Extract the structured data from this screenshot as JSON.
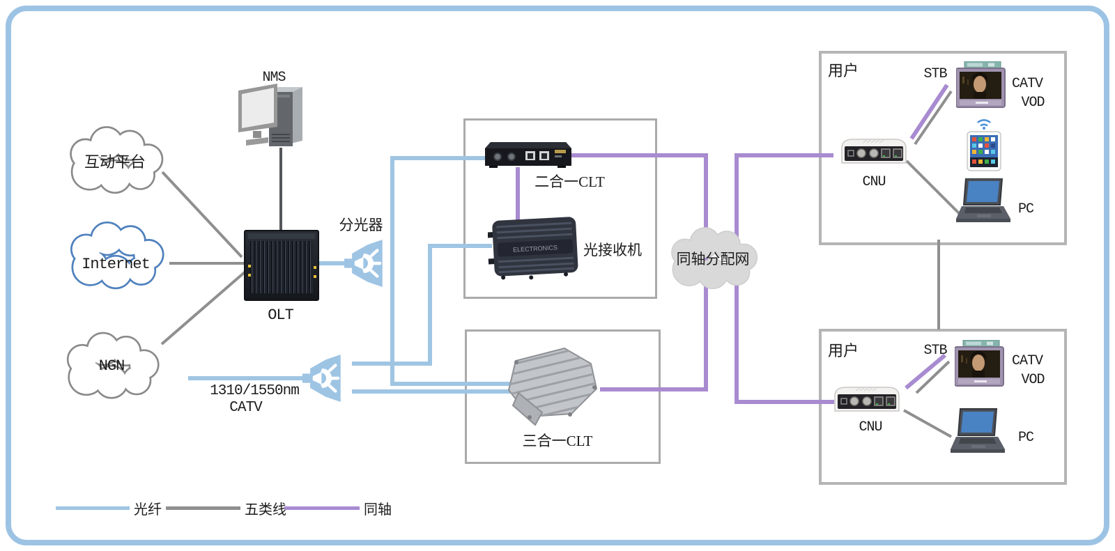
{
  "clouds": {
    "platform": {
      "label": "互动平台"
    },
    "internet": {
      "label": "Internet"
    },
    "ngn": {
      "label": "NGN"
    },
    "coax": {
      "label": "同轴分配网"
    }
  },
  "headend": {
    "nms_label": "NMS",
    "olt_label": "OLT",
    "splitter_label": "分光器",
    "catv_feed_line1": "1310/1550nm",
    "catv_feed_line2": "CATV"
  },
  "nodes": {
    "clt2_label": "二合一CLT",
    "receiver_label": "光接收机",
    "clt3_label": "三合一CLT"
  },
  "users": [
    {
      "group_label": "用户",
      "cnu_label": "CNU",
      "stb_label": "STB",
      "tv_label_line1": "CATV",
      "tv_label_line2": "VOD",
      "pc_label": "PC"
    },
    {
      "group_label": "用户",
      "cnu_label": "CNU",
      "stb_label": "STB",
      "tv_label_line1": "CATV",
      "tv_label_line2": "VOD",
      "pc_label": "PC"
    }
  ],
  "legend": {
    "fiber": {
      "label": "光纤",
      "color": "#9fc5e3"
    },
    "cat5": {
      "label": "五类线",
      "color": "#8f8f8f"
    },
    "coax": {
      "label": "同轴",
      "color": "#a88bd0"
    }
  },
  "colors": {
    "frame_border": "#9dc3e4",
    "fiber_line": "#9fc5e3",
    "cat5_line": "#8f8f8f",
    "coax_line": "#a88bd0",
    "nms_link_line": "#54565a",
    "cloud_outline_gray": "#8a8a8a",
    "cloud_outline_blue": "#4f81bd",
    "coax_cloud_fill": "#d9d9d9",
    "group_box_border": "#aaaaaa"
  }
}
